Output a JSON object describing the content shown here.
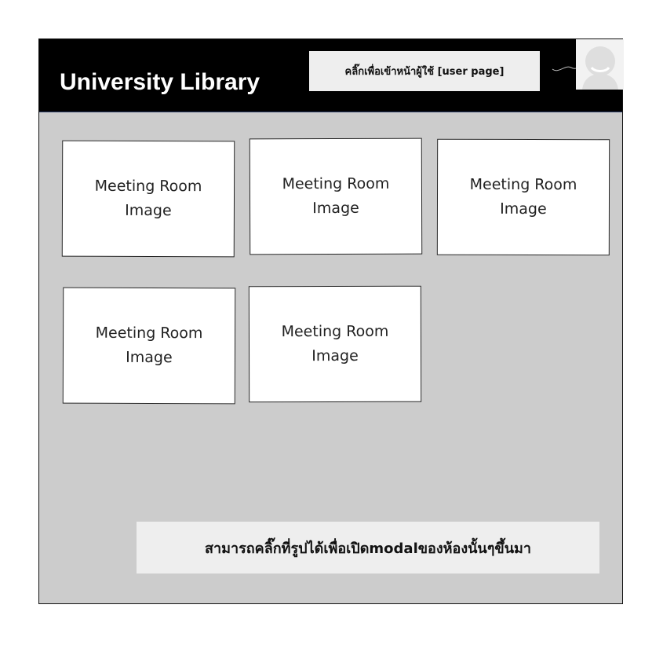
{
  "header": {
    "title": "University Library",
    "user_note": "คลิ๊กเพื่อเข้าหน้าผู้ใช้ [user page]",
    "avatar_icon": "user-avatar-icon"
  },
  "rooms": [
    {
      "label_line1": "Meeting Room",
      "label_line2": "Image"
    },
    {
      "label_line1": "Meeting Room",
      "label_line2": "Image"
    },
    {
      "label_line1": "Meeting Room",
      "label_line2": "Image"
    },
    {
      "label_line1": "Meeting Room",
      "label_line2": "Image"
    },
    {
      "label_line1": "Meeting Room",
      "label_line2": "Image"
    }
  ],
  "footer_note": "สามารถคลิ๊กที่รูปได้เพื่อเปิดmodalของห้องนั้นๆขึ้นมา",
  "colors": {
    "header_bg": "#000000",
    "content_bg": "#cccccc",
    "card_bg": "#ffffff",
    "note_bg": "#eeeeee"
  }
}
